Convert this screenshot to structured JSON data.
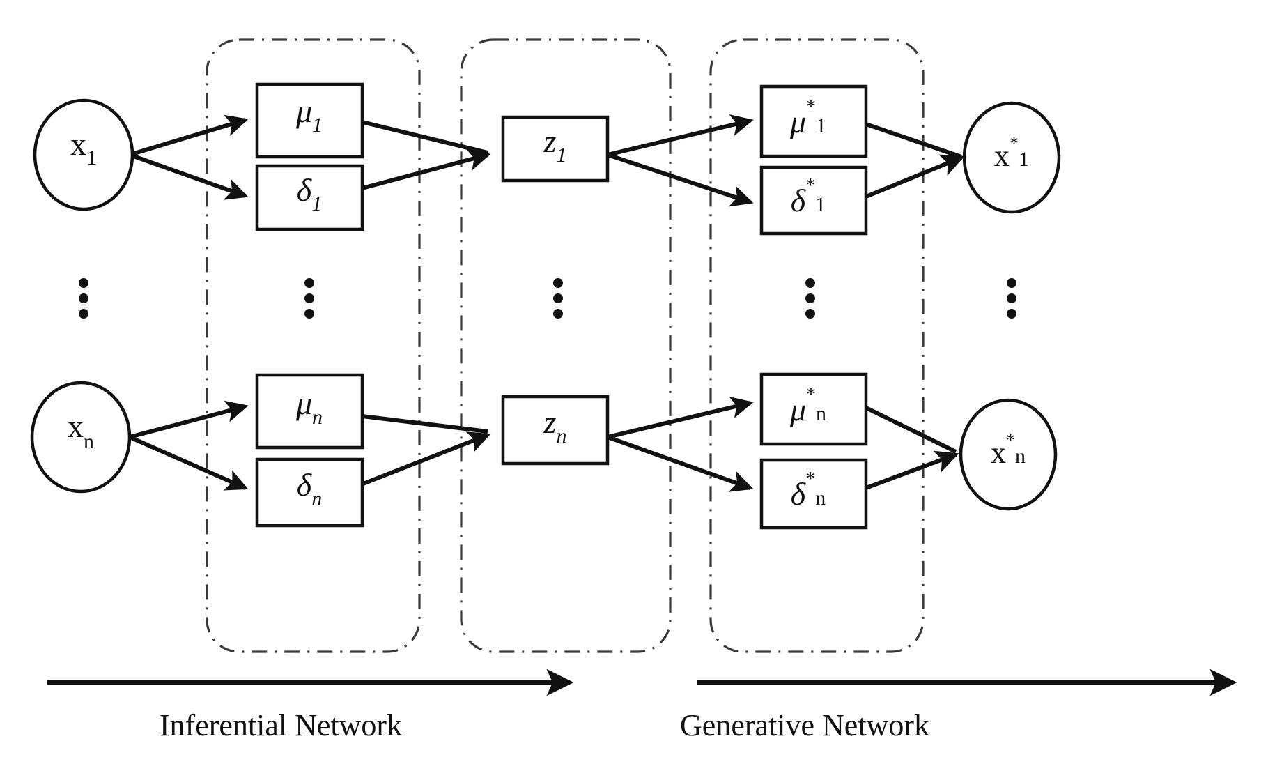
{
  "figure": {
    "title": "Variational autoencoder architecture diagram",
    "background_color": "#ffffff",
    "stroke_color": "#111111",
    "frame_color": "#3a3a3a"
  },
  "sections": [
    {
      "id": "inferential",
      "label": "Inferential Network"
    },
    {
      "id": "generative",
      "label": "Generative Network"
    }
  ],
  "groups": [
    {
      "id": "encoder-group",
      "name": "encoder-parameter-group"
    },
    {
      "id": "latent-group",
      "name": "latent-variable-group"
    },
    {
      "id": "decoder-group",
      "name": "decoder-parameter-group"
    }
  ],
  "nodes": {
    "inputs": [
      {
        "id": "x1",
        "base": "x",
        "sup": "",
        "sub": "1"
      },
      {
        "id": "xn",
        "base": "x",
        "sup": "",
        "sub": "n"
      }
    ],
    "encoder_mu": [
      {
        "id": "mu1",
        "base": "μ",
        "sup": "",
        "sub": "1"
      },
      {
        "id": "mun",
        "base": "μ",
        "sup": "",
        "sub": "n"
      }
    ],
    "encoder_delta": [
      {
        "id": "delta1",
        "base": "δ",
        "sup": "",
        "sub": "1"
      },
      {
        "id": "deltan",
        "base": "δ",
        "sup": "",
        "sub": "n"
      }
    ],
    "latent": [
      {
        "id": "z1",
        "base": "z",
        "sup": "",
        "sub": "1"
      },
      {
        "id": "zn",
        "base": "z",
        "sup": "",
        "sub": "n"
      }
    ],
    "decoder_mu": [
      {
        "id": "mu1star",
        "base": "μ",
        "sup": "*",
        "sub": "1"
      },
      {
        "id": "munstar",
        "base": "μ",
        "sup": "*",
        "sub": "n"
      }
    ],
    "decoder_delta": [
      {
        "id": "delta1star",
        "base": "δ",
        "sup": "*",
        "sub": "1"
      },
      {
        "id": "deltanstar",
        "base": "δ",
        "sup": "*",
        "sub": "n"
      }
    ],
    "outputs": [
      {
        "id": "x1star",
        "base": "x",
        "sup": "*",
        "sub": "1"
      },
      {
        "id": "xnstar",
        "base": "x",
        "sup": "*",
        "sub": "n"
      }
    ]
  },
  "ellipsis": {
    "glyph": "⋮",
    "columns": [
      "inputs",
      "encoder",
      "latent",
      "decoder",
      "outputs"
    ]
  }
}
